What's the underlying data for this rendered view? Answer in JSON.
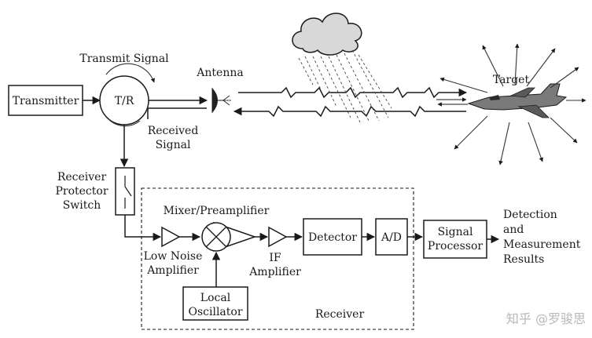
{
  "blocks": {
    "transmitter": "Transmitter",
    "tr_switch": "T/R",
    "detector": "Detector",
    "ad": "A/D",
    "local_osc": [
      "Local",
      "Oscillator"
    ],
    "signal_proc": [
      "Signal",
      "Processor"
    ]
  },
  "labels": {
    "transmit_signal": "Transmit Signal",
    "antenna": "Antenna",
    "target": "Target",
    "received_signal": [
      "Received",
      "Signal"
    ],
    "rx_protector": [
      "Receiver",
      "Protector",
      "Switch"
    ],
    "mixer": "Mixer/Preamplifier",
    "lna": [
      "Low Noise",
      "Amplifier"
    ],
    "if_amp": [
      "IF",
      "Amplifier"
    ],
    "receiver": "Receiver",
    "output": [
      "Detection",
      "and",
      "Measurement",
      "Results"
    ]
  },
  "watermark": "知乎 @罗骏思"
}
